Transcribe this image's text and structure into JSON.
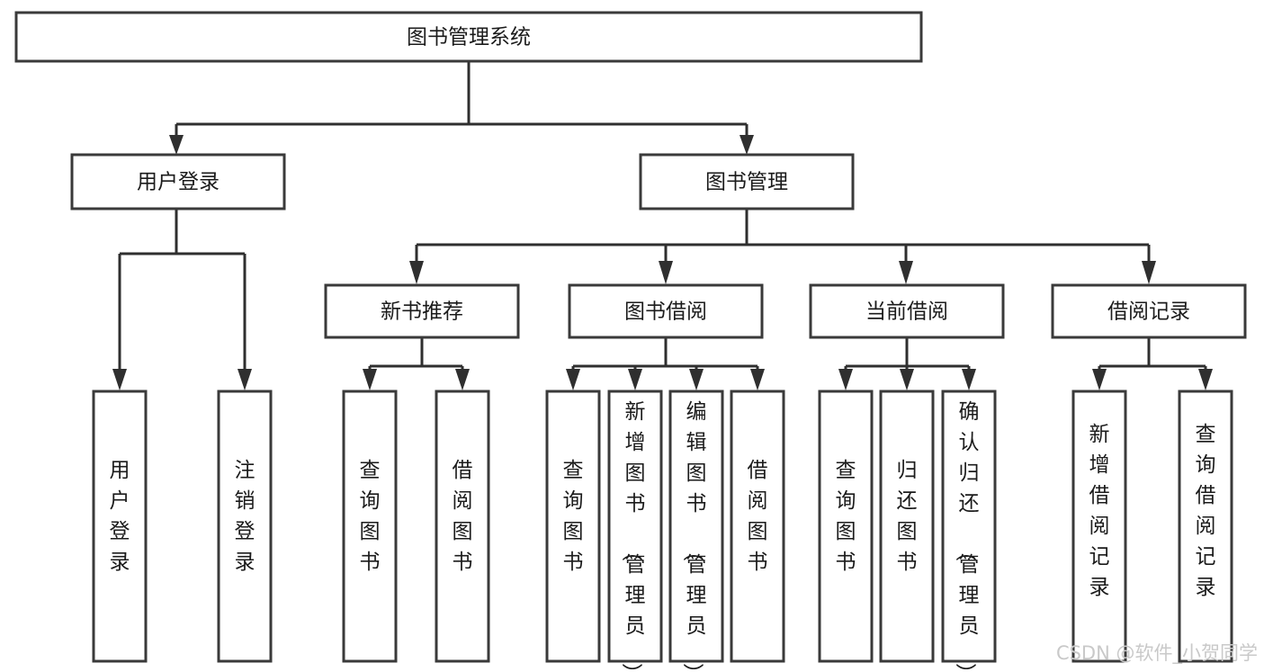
{
  "diagram": {
    "type": "tree-hierarchy-chart",
    "title": "图书管理系统",
    "orientation": "top-down",
    "colors": {
      "box_stroke": "#3a3a3a",
      "box_fill": "#ffffff",
      "connector": "#2f2f2f",
      "text": "#1b1b1b",
      "watermark": "#c9c9c9",
      "background": "#ffffff"
    },
    "root": {
      "label": "图书管理系统"
    },
    "level2": [
      {
        "label": "用户登录"
      },
      {
        "label": "图书管理"
      }
    ],
    "level3": [
      {
        "label": "新书推荐"
      },
      {
        "label": "图书借阅"
      },
      {
        "label": "当前借阅"
      },
      {
        "label": "借阅记录"
      }
    ],
    "leaves": {
      "user_login": [
        {
          "label": "用户登录"
        },
        {
          "label": "注销登录"
        }
      ],
      "new_book_recommend": [
        {
          "label": "查询图书"
        },
        {
          "label": "借阅图书"
        }
      ],
      "book_borrow": [
        {
          "label": "查询图书"
        },
        {
          "label": "新增图书（管理员）"
        },
        {
          "label": "编辑图书（管理员）"
        },
        {
          "label": "借阅图书"
        }
      ],
      "current_borrow": [
        {
          "label": "查询图书"
        },
        {
          "label": "归还图书"
        },
        {
          "label": "确认归还（管理员）"
        }
      ],
      "borrow_record": [
        {
          "label": "新增借阅记录"
        },
        {
          "label": "查询借阅记录"
        }
      ]
    },
    "watermark": "CSDN @软件_小贺同学"
  }
}
